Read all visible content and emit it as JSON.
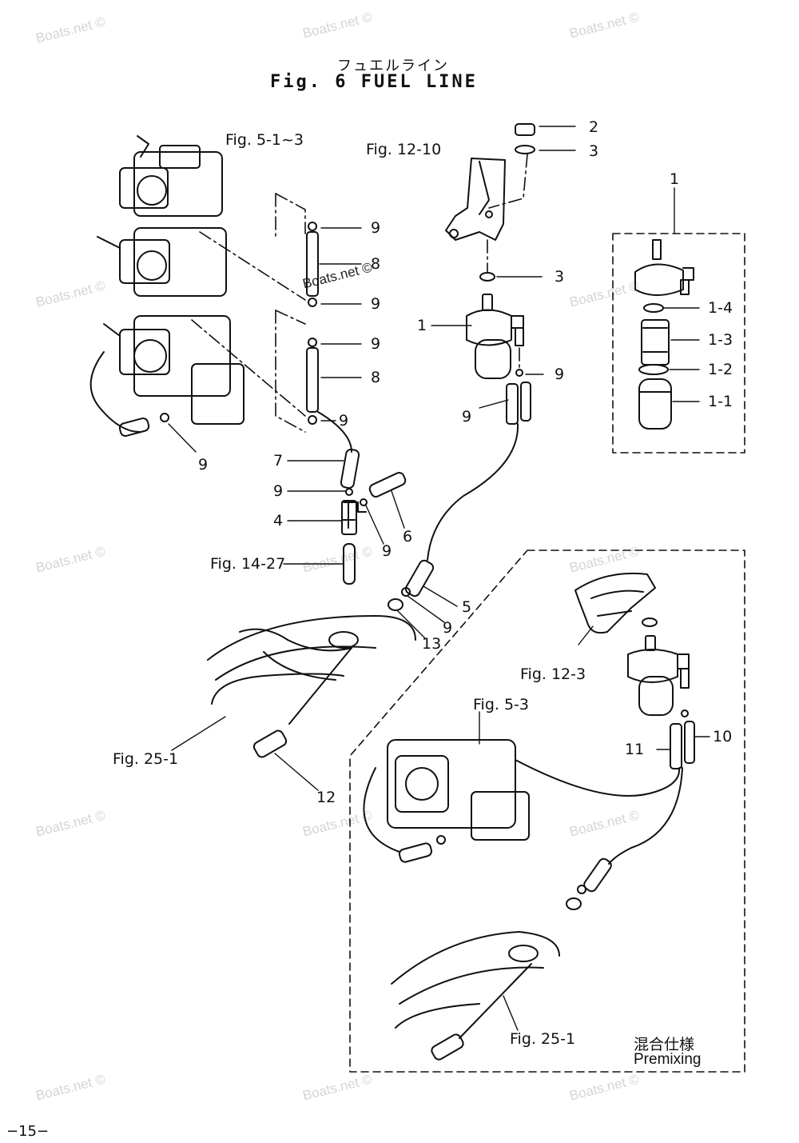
{
  "title": {
    "japanese": "フュエルライン",
    "english": "Fig. 6  FUEL  LINE"
  },
  "watermark": "Boats.net ©",
  "page_number": "−15−",
  "premixing": {
    "japanese": "混合仕様",
    "english": "Premixing"
  },
  "figure_refs": {
    "fig_5_1_3": "Fig. 5-1~3",
    "fig_12_10": "Fig. 12-10",
    "fig_14_27": "Fig. 14-27",
    "fig_25_1": "Fig. 25-1",
    "fig_12_3": "Fig. 12-3",
    "fig_5_3": "Fig. 5-3",
    "fig_25_1_b": "Fig. 25-1"
  },
  "callouts": {
    "n2": "2",
    "n3a": "3",
    "n1_box": "1",
    "n9a": "9",
    "n8a": "8",
    "n3b": "3",
    "n9b": "9",
    "n1_filter": "1",
    "n1_4": "1-4",
    "n9c": "9",
    "n1_3": "1-3",
    "n8b": "8",
    "n9d": "9",
    "n1_2": "1-2",
    "n9e": "9",
    "n1_1": "1-1",
    "n9f": "9",
    "n9g": "9",
    "n7": "7",
    "n9h": "9",
    "n4": "4",
    "n6": "6",
    "n9i": "9",
    "n5": "5",
    "n9j": "9",
    "n13": "13",
    "n11": "11",
    "n10": "10",
    "n12": "12"
  }
}
